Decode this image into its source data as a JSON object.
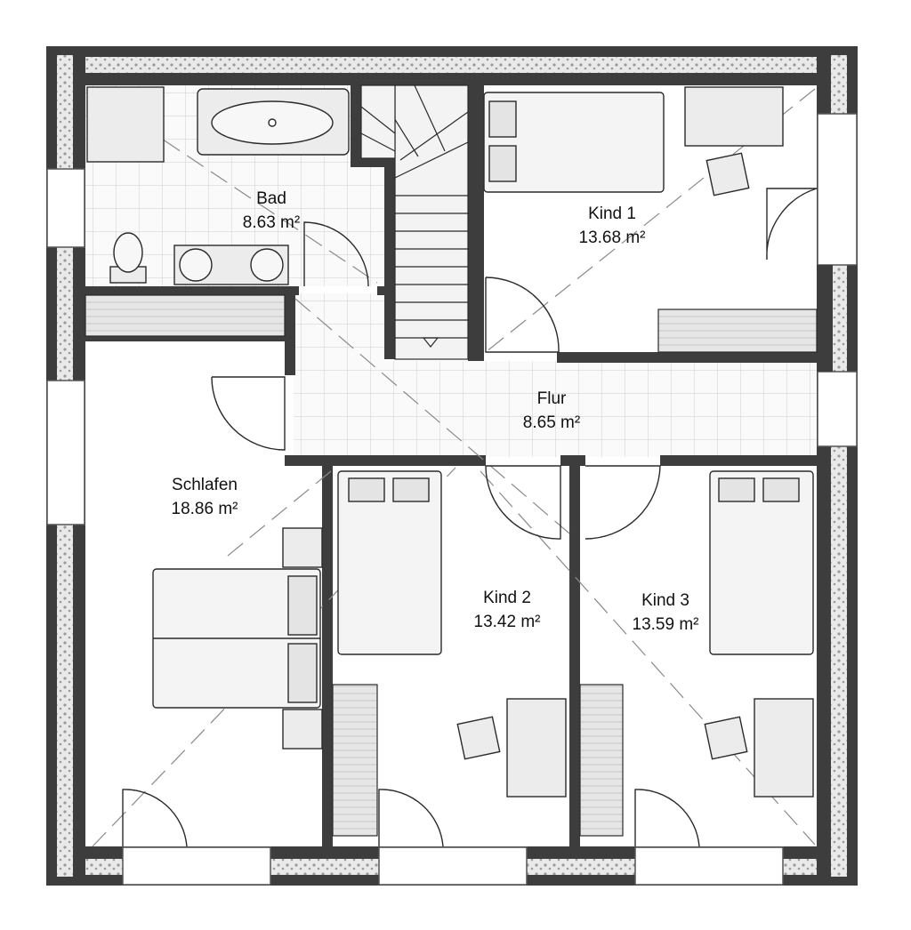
{
  "colors": {
    "wall": "#3d3d3d",
    "wall_hatch": "#bdbdbd",
    "furniture_stroke": "#2a2a2a",
    "furniture_fill": "#ececec",
    "tile_line": "#cfcfcf",
    "dash": "#8a8a8a"
  },
  "rooms": {
    "bad": {
      "name": "Bad",
      "area": "8.63 m²"
    },
    "kind1": {
      "name": "Kind 1",
      "area": "13.68 m²"
    },
    "flur": {
      "name": "Flur",
      "area": "8.65 m²"
    },
    "schlafen": {
      "name": "Schlafen",
      "area": "18.86 m²"
    },
    "kind2": {
      "name": "Kind 2",
      "area": "13.42 m²"
    },
    "kind3": {
      "name": "Kind 3",
      "area": "13.59 m²"
    }
  }
}
